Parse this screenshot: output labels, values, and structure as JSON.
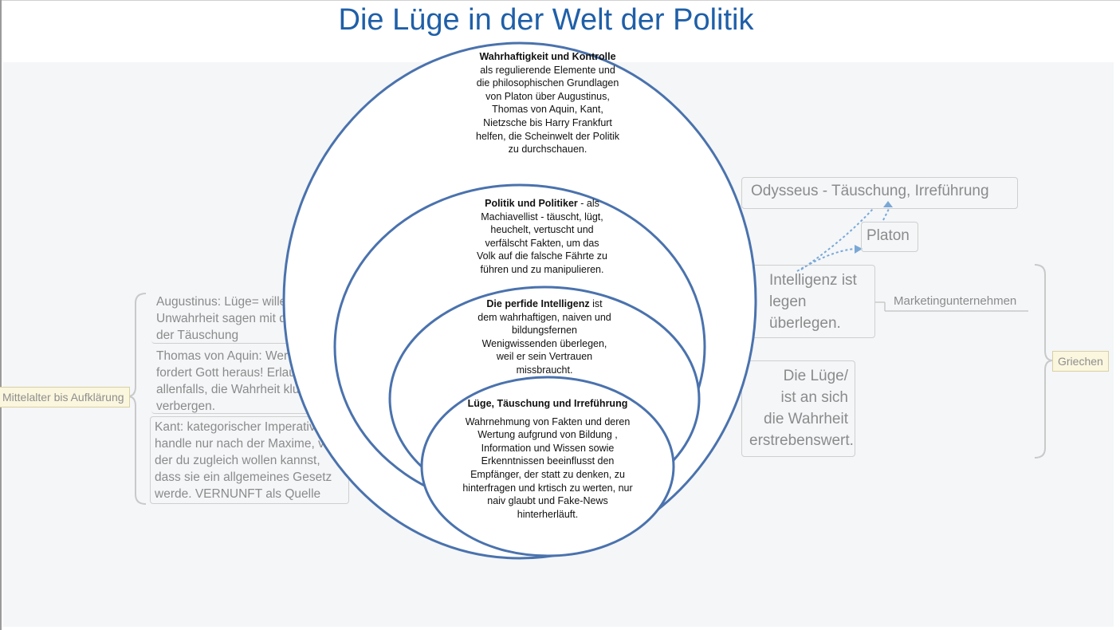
{
  "title": "Die Lüge in der Welt der Politik",
  "background_map": {
    "left_root": "Mittelalter bis Aufklärung",
    "left_items": [
      {
        "lines": [
          "Augustinus: Lüge= willentlich",
          "Unwahrheit sagen mit der Absicht",
          "der Täuschung"
        ]
      },
      {
        "lines": [
          "Thomas von Aquin: Wer lügt",
          "fordert Gott heraus! Erlaubt ist",
          "allenfalls, die Wahrheit klug zu",
          "verbergen."
        ]
      },
      {
        "lines": [
          "Kant: kategorischer Imperativ -",
          "handle nur nach der Maxime, von",
          "der du zugleich wollen kannst,",
          "dass sie ein allgemeines Gesetz",
          "werde. VERNUNFT als Quelle"
        ]
      }
    ],
    "right_root": "Griechen",
    "right_items": {
      "odysseus": "Odysseus - Täuschung, Irreführung",
      "platon": "Platon",
      "intelligenz_lines": [
        "Intelligenz ist",
        "legen",
        "überlegen."
      ],
      "marketing": "Marketingunternehmen",
      "luege_lines": [
        "Die Lüge/",
        "ist an sich",
        "die Wahrheit",
        "erstrebenswert."
      ]
    }
  },
  "rings": [
    {
      "bold": "Wahrhaftigkeit und Kontrolle",
      "text": " als regulierende Elemente und die philosophischen Grundlagen von Platon über Augustinus, Thomas von Aquin, Kant, Nietzsche bis Harry Frankfurt helfen, die Scheinwelt der Politik zu durchschauen."
    },
    {
      "bold": "Politik und  Politiker",
      "text": " - als Machiavellist - täuscht, lügt, heuchelt, vertuscht und verfälscht Fakten, um das Volk auf die falsche Fährte zu führen und zu manipulieren."
    },
    {
      "bold": "Die perfide Intelligenz",
      "text": " ist dem wahrhaftigen, naiven und bildungsfernen Wenigwissenden überlegen, weil er sein Vertrauen missbraucht."
    },
    {
      "bold": "Lüge, Täuschung und Irreführung",
      "text": "Wahrnehmung von Fakten und deren Wertung aufgrund von Bildung , Information und Wissen sowie Erkenntnissen beeinflusst den Empfänger, der statt zu denken, zu hinterfragen und krtisch zu werten, nur naiv glaubt und Fake-News hinterherläuft."
    }
  ],
  "colors": {
    "title": "#1f5fa8",
    "ring_stroke": "#4a72ad",
    "map_text": "#8b8b8b",
    "connector": "#7aa8d6"
  }
}
